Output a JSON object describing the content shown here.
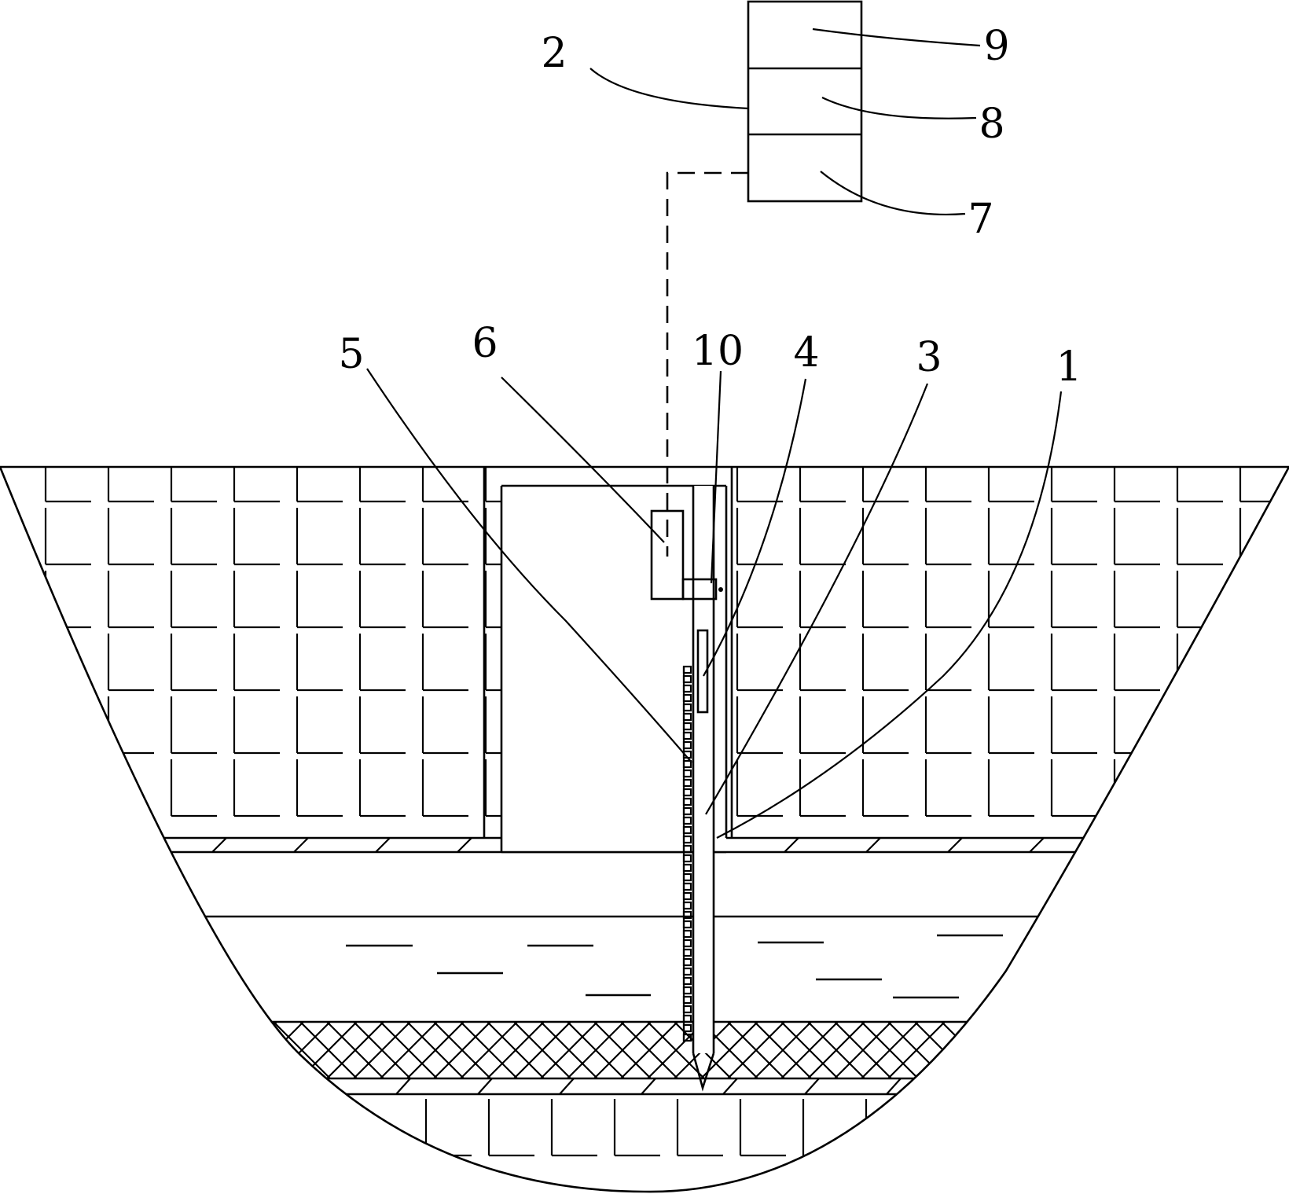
{
  "labels": {
    "ground_body": "1",
    "terminal_box": "2",
    "probe_rod": "3",
    "sensor_strip": "4",
    "scale_marks": "5",
    "transmitter": "6",
    "unit_lower": "7",
    "unit_middle": "8",
    "unit_upper": "9",
    "clamp_block": "10"
  },
  "colors": {
    "line": "#000000",
    "background": "#ffffff"
  }
}
